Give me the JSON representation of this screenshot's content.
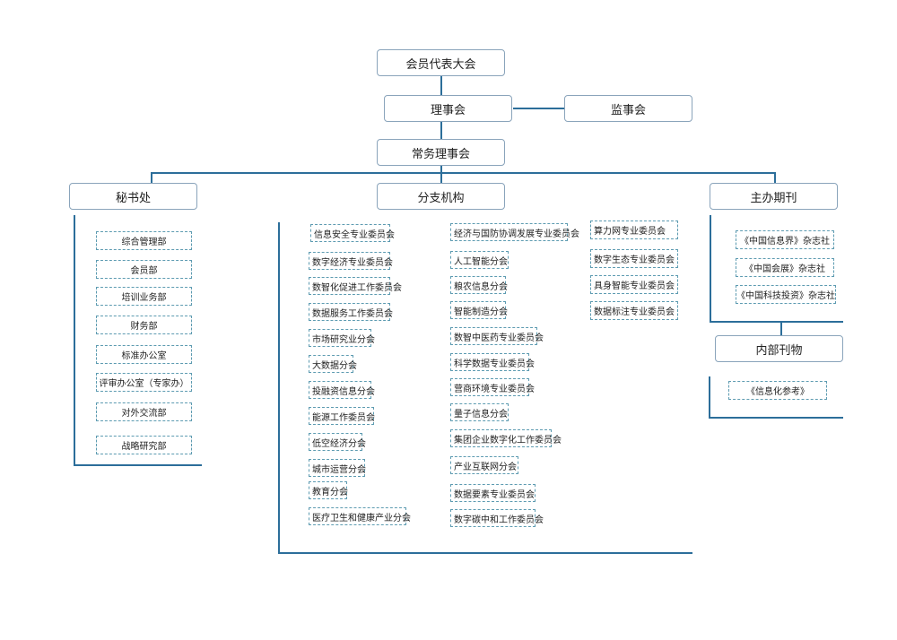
{
  "top": {
    "assembly": "会员代表大会",
    "council": "理事会",
    "supervisors": "监事会",
    "standing": "常务理事会"
  },
  "secretariat": {
    "title": "秘书处",
    "items": [
      "综合管理部",
      "会员部",
      "培训业务部",
      "财务部",
      "标准办公室",
      "评审办公室（专家办）",
      "对外交流部",
      "战略研究部"
    ]
  },
  "branches": {
    "title": "分支机构",
    "col1": [
      "信息安全专业委员会",
      "数字经济专业委员会",
      "数智化促进工作委员会",
      "数据服务工作委员会",
      "市场研究业分会",
      "大数据分会",
      "投融资信息分会",
      "能源工作委员会",
      "低空经济分会",
      "城市运营分会",
      "教育分会",
      "医疗卫生和健康产业分会"
    ],
    "col2": [
      "经济与国防协调发展专业委员会",
      "人工智能分会",
      "粮农信息分会",
      "智能制造分会",
      "数智中医药专业委员会",
      "科学数据专业委员会",
      "营商环境专业委员会",
      "量子信息分会",
      "集团企业数字化工作委员会",
      "产业互联网分会",
      "数据要素专业委员会",
      "数字碳中和工作委员会"
    ],
    "col3": [
      "算力网专业委员会",
      "数字生态专业委员会",
      "具身智能专业委员会",
      "数据标注专业委员会"
    ]
  },
  "journals": {
    "title": "主办期刊",
    "items": [
      "《中国信息界》杂志社",
      "《中国会展》杂志社",
      "《中国科技投资》杂志社"
    ]
  },
  "internal": {
    "title": "内部刊物",
    "items": [
      "《信息化参考》"
    ]
  }
}
